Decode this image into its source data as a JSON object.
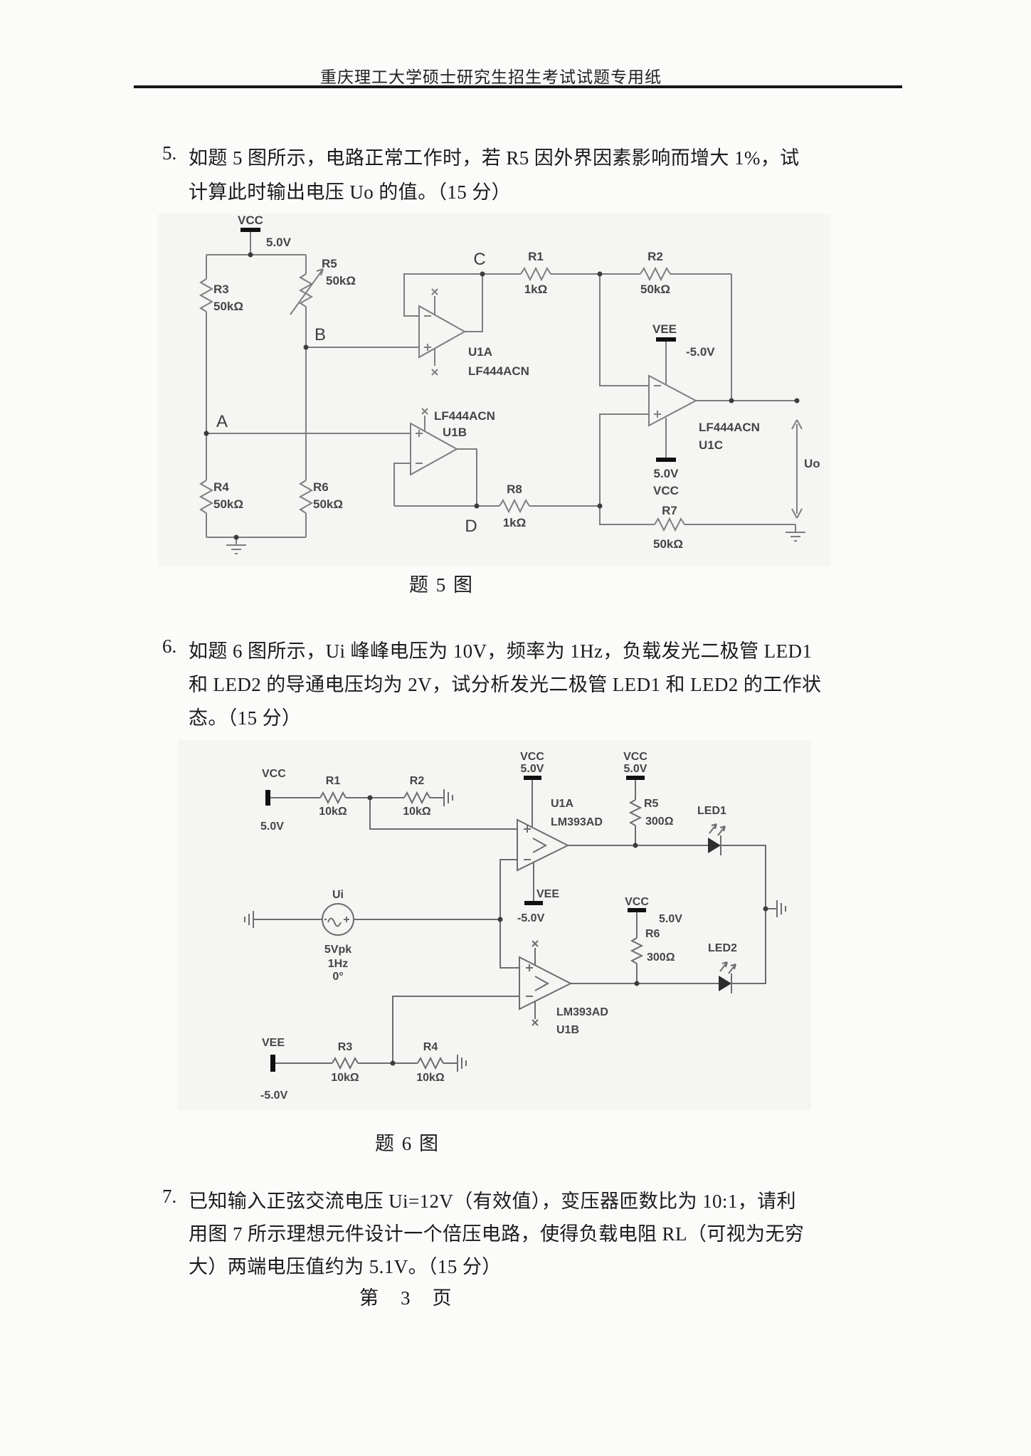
{
  "page": {
    "header": "重庆理工大学硕士研究生招生考试试题专用纸",
    "footer": "第　3　页"
  },
  "q5": {
    "number": "5.",
    "lines": [
      "如题 5 图所示，电路正常工作时，若 R5 因外界因素影响而增大 1%，试",
      "计算此时输出电压 Uo 的值。（15 分）"
    ],
    "caption": "题 5 图",
    "fig": {
      "vcc": "VCC",
      "vcc_v": "5.0V",
      "r3": "R3",
      "r3_v": "50kΩ",
      "r5": "R5",
      "r5_v": "50kΩ",
      "r4": "R4",
      "r4_v": "50kΩ",
      "r6": "R6",
      "r6_v": "50kΩ",
      "r1": "R1",
      "r1_v": "1kΩ",
      "r2": "R2",
      "r2_v": "50kΩ",
      "r7": "R7",
      "r7_v": "50kΩ",
      "r8": "R8",
      "r8_v": "1kΩ",
      "a": "A",
      "b": "B",
      "c": "C",
      "d": "D",
      "u1a": "U1A",
      "u1a_part": "LF444ACN",
      "u1b": "U1B",
      "u1b_part": "LF444ACN",
      "u1c": "U1C",
      "u1c_part": "LF444ACN",
      "vee": "VEE",
      "vee_v": "-5.0V",
      "u1c_vcc": "VCC",
      "u1c_vcc_v": "5.0V",
      "uo": "Uo"
    }
  },
  "q6": {
    "number": "6.",
    "lines": [
      "如题 6 图所示，Ui 峰峰电压为 10V，频率为 1Hz，负载发光二极管 LED1",
      "和 LED2 的导通电压均为 2V，试分析发光二极管 LED1 和 LED2 的工作状",
      "态。（15 分）"
    ],
    "caption": "题 6 图",
    "fig": {
      "vcc1": "VCC",
      "vcc1_v": "5.0V",
      "r1": "R1",
      "r1_v": "10kΩ",
      "r2": "R2",
      "r2_v": "10kΩ",
      "u1a_vcc": "VCC",
      "u1a_vcc_v": "5.0V",
      "u1a": "U1A",
      "u1a_part": "LM393AD",
      "r5_vcc": "VCC",
      "r5_vcc_v": "5.0V",
      "r5": "R5",
      "r5_v": "300Ω",
      "led1": "LED1",
      "u1a_vee": "VEE",
      "u1a_vee_v": "-5.0V",
      "r6_vcc": "VCC",
      "r6_vcc_v": "5.0V",
      "r6": "R6",
      "r6_v": "300Ω",
      "led2": "LED2",
      "ui": "Ui",
      "ui_amp": "5Vpk",
      "ui_freq": "1Hz",
      "ui_phase": "0°",
      "u1b": "U1B",
      "u1b_part": "LM393AD",
      "vee2": "VEE",
      "vee2_v": "-5.0V",
      "r3": "R3",
      "r3_v": "10kΩ",
      "r4": "R4",
      "r4_v": "10kΩ"
    }
  },
  "q7": {
    "number": "7.",
    "lines": [
      "已知输入正弦交流电压 Ui=12V（有效值），变压器匝数比为 10:1，请利",
      "用图 7 所示理想元件设计一个倍压电路，使得负载电阻 RL（可视为无穷",
      "大）两端电压值约为 5.1V。（15 分）"
    ]
  }
}
